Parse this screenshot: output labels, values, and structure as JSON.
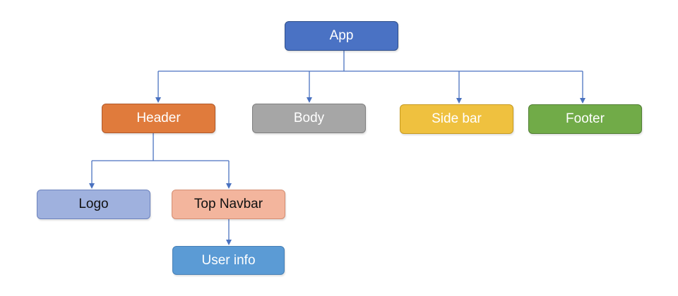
{
  "colors": {
    "line": "#4a72c0",
    "app_fill": "#4a72c4",
    "app_border": "#2f4f8a",
    "header_fill": "#e07b3c",
    "header_border": "#b0592a",
    "body_fill": "#a6a6a6",
    "body_border": "#7f7f7f",
    "sidebar_fill": "#efc13f",
    "sidebar_border": "#c69a20",
    "footer_fill": "#71ab48",
    "footer_border": "#507d33",
    "logo_fill": "#9fb1de",
    "logo_border": "#6c82bd",
    "topnav_fill": "#f3b59d",
    "topnav_border": "#d48d72",
    "userinfo_fill": "#5b9bd5",
    "userinfo_border": "#4780b6",
    "text_light": "#ffffff",
    "text_dark": "#111111"
  },
  "nodes": {
    "app": "App",
    "header": "Header",
    "body": "Body",
    "sidebar": "Side bar",
    "footer": "Footer",
    "logo": "Logo",
    "topnav": "Top Navbar",
    "userinfo": "User info"
  },
  "edges": [
    [
      "app",
      "header"
    ],
    [
      "app",
      "body"
    ],
    [
      "app",
      "sidebar"
    ],
    [
      "app",
      "footer"
    ],
    [
      "header",
      "logo"
    ],
    [
      "header",
      "topnav"
    ],
    [
      "topnav",
      "userinfo"
    ]
  ]
}
